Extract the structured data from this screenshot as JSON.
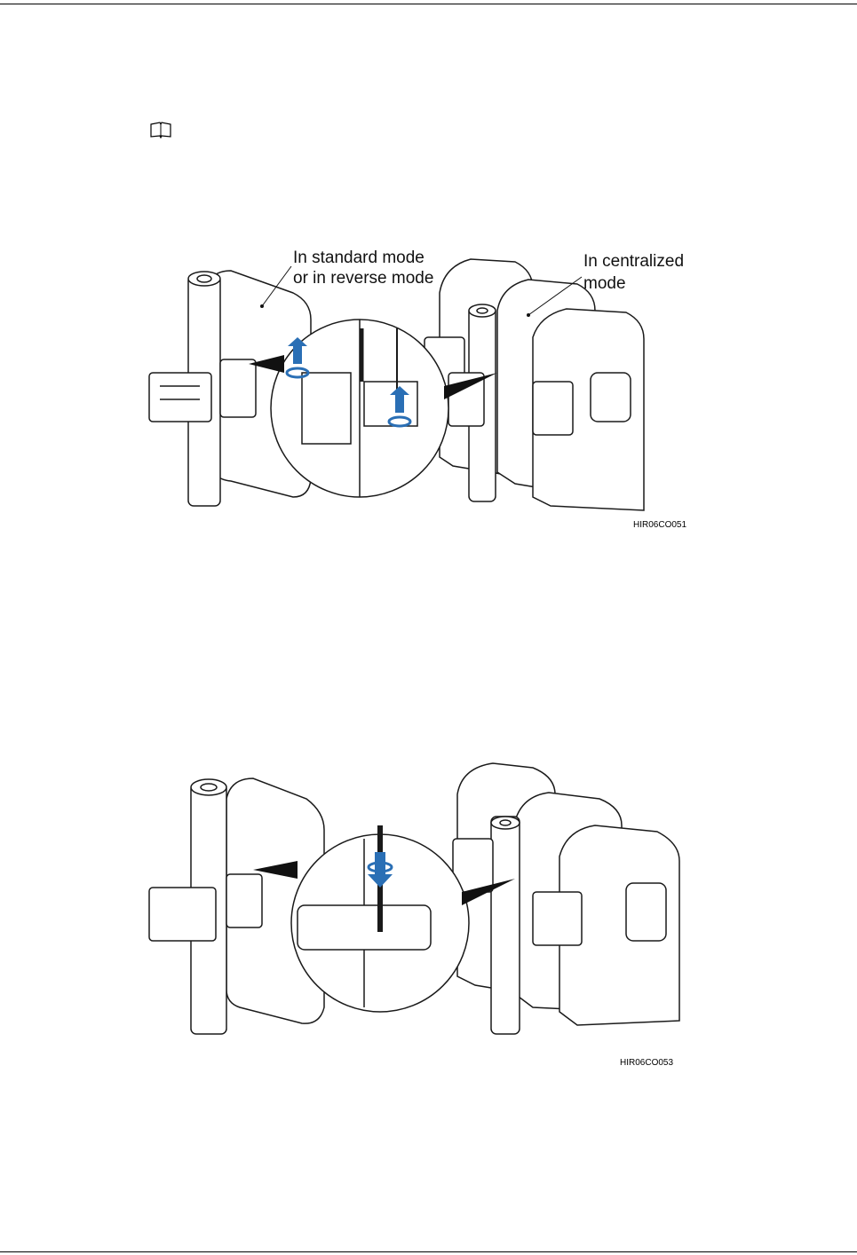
{
  "figure1": {
    "callout_standard_line1": "In standard mode",
    "callout_standard_line2": "or in reverse mode",
    "callout_centralized_line1": "In centralized",
    "callout_centralized_line2": "mode",
    "figure_id": "HIR06CO051"
  },
  "figure2": {
    "figure_id": "HIR06CO053"
  },
  "colors": {
    "arrow_blue": "#2a6fb5",
    "line": "#1a1a1a"
  }
}
